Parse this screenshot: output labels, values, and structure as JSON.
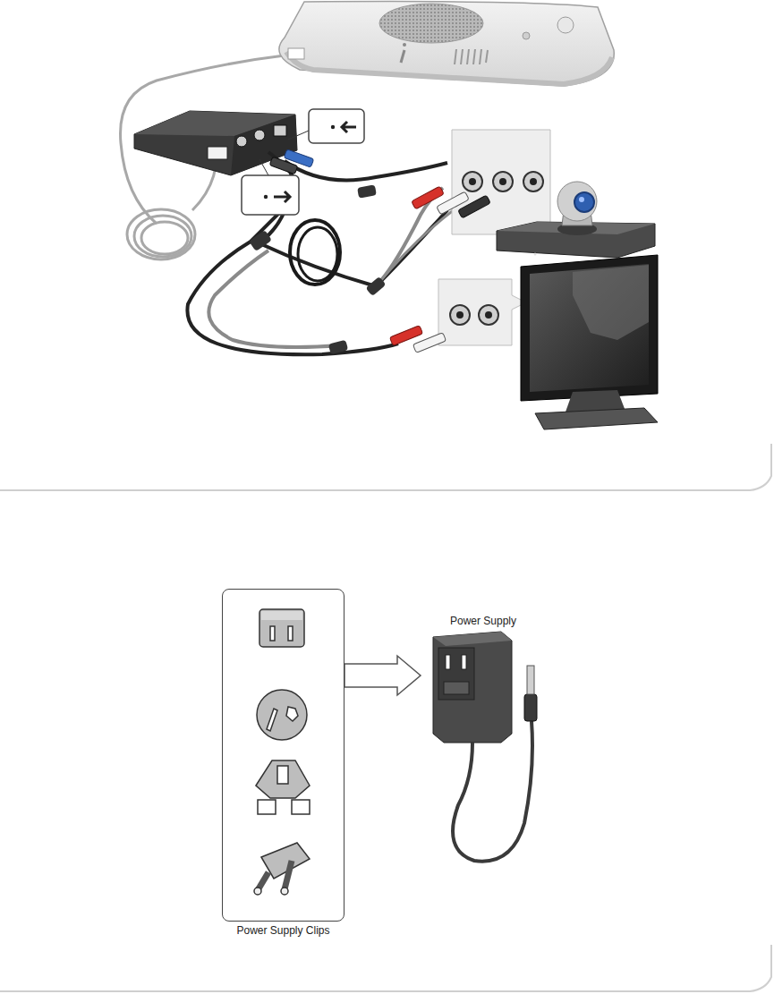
{
  "diagram": {
    "nodes": [
      {
        "text": [
          "Power Supply Clips"
        ]
      },
      {
        "text": [
          "Power Supply"
        ]
      }
    ],
    "edges": [
      {
        "from": 0,
        "to": 1,
        "arrow": "to"
      }
    ]
  }
}
